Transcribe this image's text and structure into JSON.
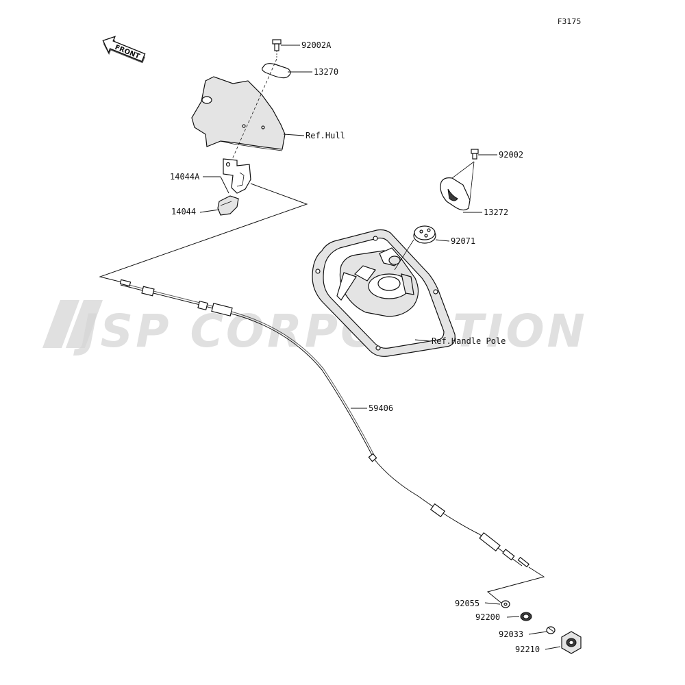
{
  "diagram": {
    "code": "F3175",
    "front_label": "FRONT",
    "watermark": "JSP CORPORATION",
    "parts": [
      {
        "id": "92002A",
        "label": "92002A"
      },
      {
        "id": "13270",
        "label": "13270"
      },
      {
        "id": "ref-hull",
        "label": "Ref.Hull"
      },
      {
        "id": "14044A",
        "label": "14044A"
      },
      {
        "id": "14044",
        "label": "14044"
      },
      {
        "id": "92002",
        "label": "92002"
      },
      {
        "id": "13272",
        "label": "13272"
      },
      {
        "id": "92071",
        "label": "92071"
      },
      {
        "id": "ref-handle-pole",
        "label": "Ref.Handle Pole"
      },
      {
        "id": "59406",
        "label": "59406"
      },
      {
        "id": "92055",
        "label": "92055"
      },
      {
        "id": "92200",
        "label": "92200"
      },
      {
        "id": "92033",
        "label": "92033"
      },
      {
        "id": "92210",
        "label": "92210"
      }
    ]
  }
}
